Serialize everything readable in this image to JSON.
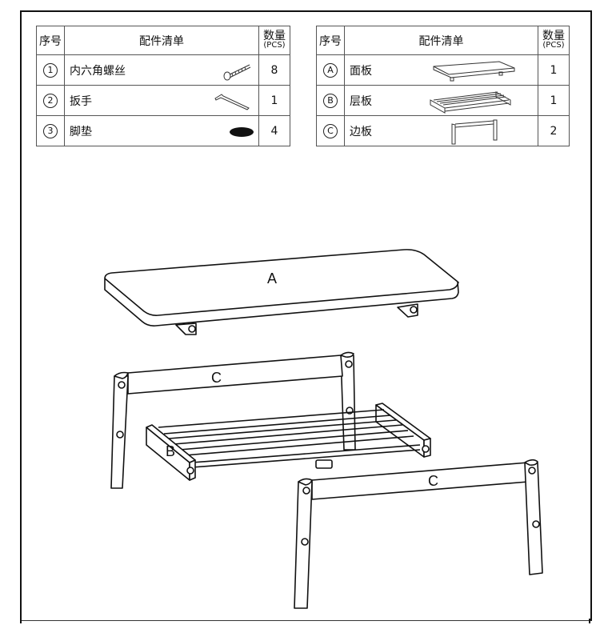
{
  "tables": [
    {
      "headers": {
        "index": "序号",
        "name": "配件清单",
        "qty": "数量",
        "qty_unit": "(PCS)"
      },
      "rows": [
        {
          "index": "1",
          "name": "内六角螺丝",
          "qty": "8",
          "icon": "screw-icon"
        },
        {
          "index": "2",
          "name": "扳手",
          "qty": "1",
          "icon": "hex-wrench-icon"
        },
        {
          "index": "3",
          "name": "脚垫",
          "qty": "4",
          "icon": "foot-pad-icon"
        }
      ]
    },
    {
      "headers": {
        "index": "序号",
        "name": "配件清单",
        "qty": "数量",
        "qty_unit": "(PCS)"
      },
      "rows": [
        {
          "index": "A",
          "name": "面板",
          "qty": "1",
          "icon": "top-panel-icon"
        },
        {
          "index": "B",
          "name": "层板",
          "qty": "1",
          "icon": "shelf-icon"
        },
        {
          "index": "C",
          "name": "边板",
          "qty": "2",
          "icon": "side-frame-icon"
        }
      ]
    }
  ],
  "diagram": {
    "label_a": "A",
    "label_b": "B",
    "label_c1": "C",
    "label_c2": "C"
  }
}
